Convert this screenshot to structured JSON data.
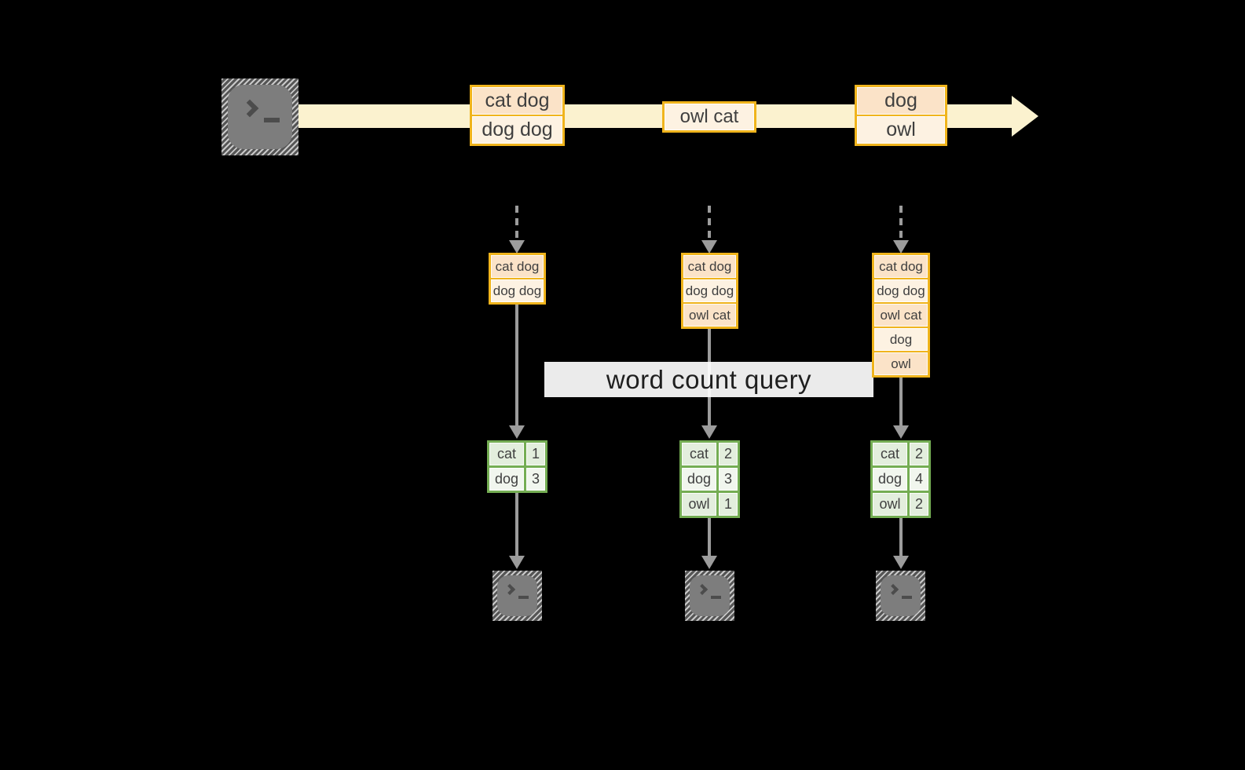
{
  "colors": {
    "gold": "#f0b41c",
    "peach": "#fbe3c8",
    "cream": "#fdf2e2",
    "stream_yellow": "#fbf2cf",
    "green": "#74ad53",
    "sage": "#e3eedd",
    "sage_light": "#f1f6ee",
    "arrow_gray": "#9c9c9c",
    "text": "#3f3f3f",
    "query_band_bg": "#ffffff",
    "query_band_text": "#1f1f1f"
  },
  "query_label": "word count query",
  "stream": {
    "source_icon": "terminal-icon",
    "events": [
      {
        "rows": [
          {
            "text": "cat dog",
            "tone": "peach"
          },
          {
            "text": "dog dog",
            "tone": "cream"
          }
        ]
      },
      {
        "rows": [
          {
            "text": "owl cat",
            "tone": "cream"
          }
        ]
      },
      {
        "rows": [
          {
            "text": "dog",
            "tone": "peach"
          },
          {
            "text": "owl",
            "tone": "cream"
          }
        ]
      }
    ]
  },
  "columns": [
    {
      "buffer": [
        {
          "text": "cat dog",
          "tone": "peach"
        },
        {
          "text": "dog dog",
          "tone": "cream"
        }
      ],
      "counts": [
        {
          "word": "cat",
          "count": "1",
          "tone": "sage"
        },
        {
          "word": "dog",
          "count": "3",
          "tone": "sage-light"
        }
      ],
      "sink_icon": "terminal-icon"
    },
    {
      "buffer": [
        {
          "text": "cat dog",
          "tone": "peach"
        },
        {
          "text": "dog dog",
          "tone": "cream"
        },
        {
          "text": "owl cat",
          "tone": "peach"
        }
      ],
      "counts": [
        {
          "word": "cat",
          "count": "2",
          "tone": "sage"
        },
        {
          "word": "dog",
          "count": "3",
          "tone": "sage-light"
        },
        {
          "word": "owl",
          "count": "1",
          "tone": "sage"
        }
      ],
      "sink_icon": "terminal-icon"
    },
    {
      "buffer": [
        {
          "text": "cat dog",
          "tone": "peach"
        },
        {
          "text": "dog dog",
          "tone": "cream"
        },
        {
          "text": "owl cat",
          "tone": "peach"
        },
        {
          "text": "dog",
          "tone": "cream"
        },
        {
          "text": "owl",
          "tone": "peach"
        }
      ],
      "counts": [
        {
          "word": "cat",
          "count": "2",
          "tone": "sage"
        },
        {
          "word": "dog",
          "count": "4",
          "tone": "sage-light"
        },
        {
          "word": "owl",
          "count": "2",
          "tone": "sage"
        }
      ],
      "sink_icon": "terminal-icon"
    }
  ]
}
